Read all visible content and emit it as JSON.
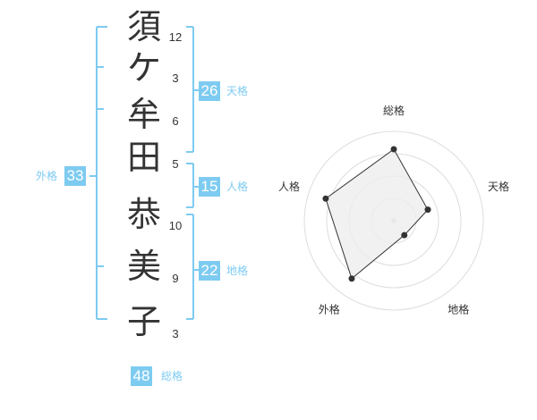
{
  "name_chars": [
    {
      "char": "須",
      "strokes": "12"
    },
    {
      "char": "ケ",
      "strokes": "3"
    },
    {
      "char": "牟",
      "strokes": "6"
    },
    {
      "char": "田",
      "strokes": "5"
    },
    {
      "char": "恭",
      "strokes": "10"
    },
    {
      "char": "美",
      "strokes": "9"
    },
    {
      "char": "子",
      "strokes": "3"
    }
  ],
  "fortune": {
    "tenkaku": {
      "value": "26",
      "label": "天格"
    },
    "jinkaku": {
      "value": "15",
      "label": "人格"
    },
    "chikaku": {
      "value": "22",
      "label": "地格"
    },
    "gaikaku": {
      "value": "33",
      "label": "外格"
    },
    "soukaku": {
      "value": "48",
      "label": "総格"
    }
  },
  "colors": {
    "accent": "#7ecbf1",
    "text": "#333333",
    "grid": "#dddddd",
    "radar_fill": "#eeeeee",
    "radar_line": "#333333"
  },
  "chart_data": {
    "type": "radar",
    "axes": [
      "総格",
      "天格",
      "地格",
      "外格",
      "人格"
    ],
    "values": [
      4,
      2,
      1,
      4,
      4
    ],
    "rmax": 5,
    "rings": 4
  }
}
